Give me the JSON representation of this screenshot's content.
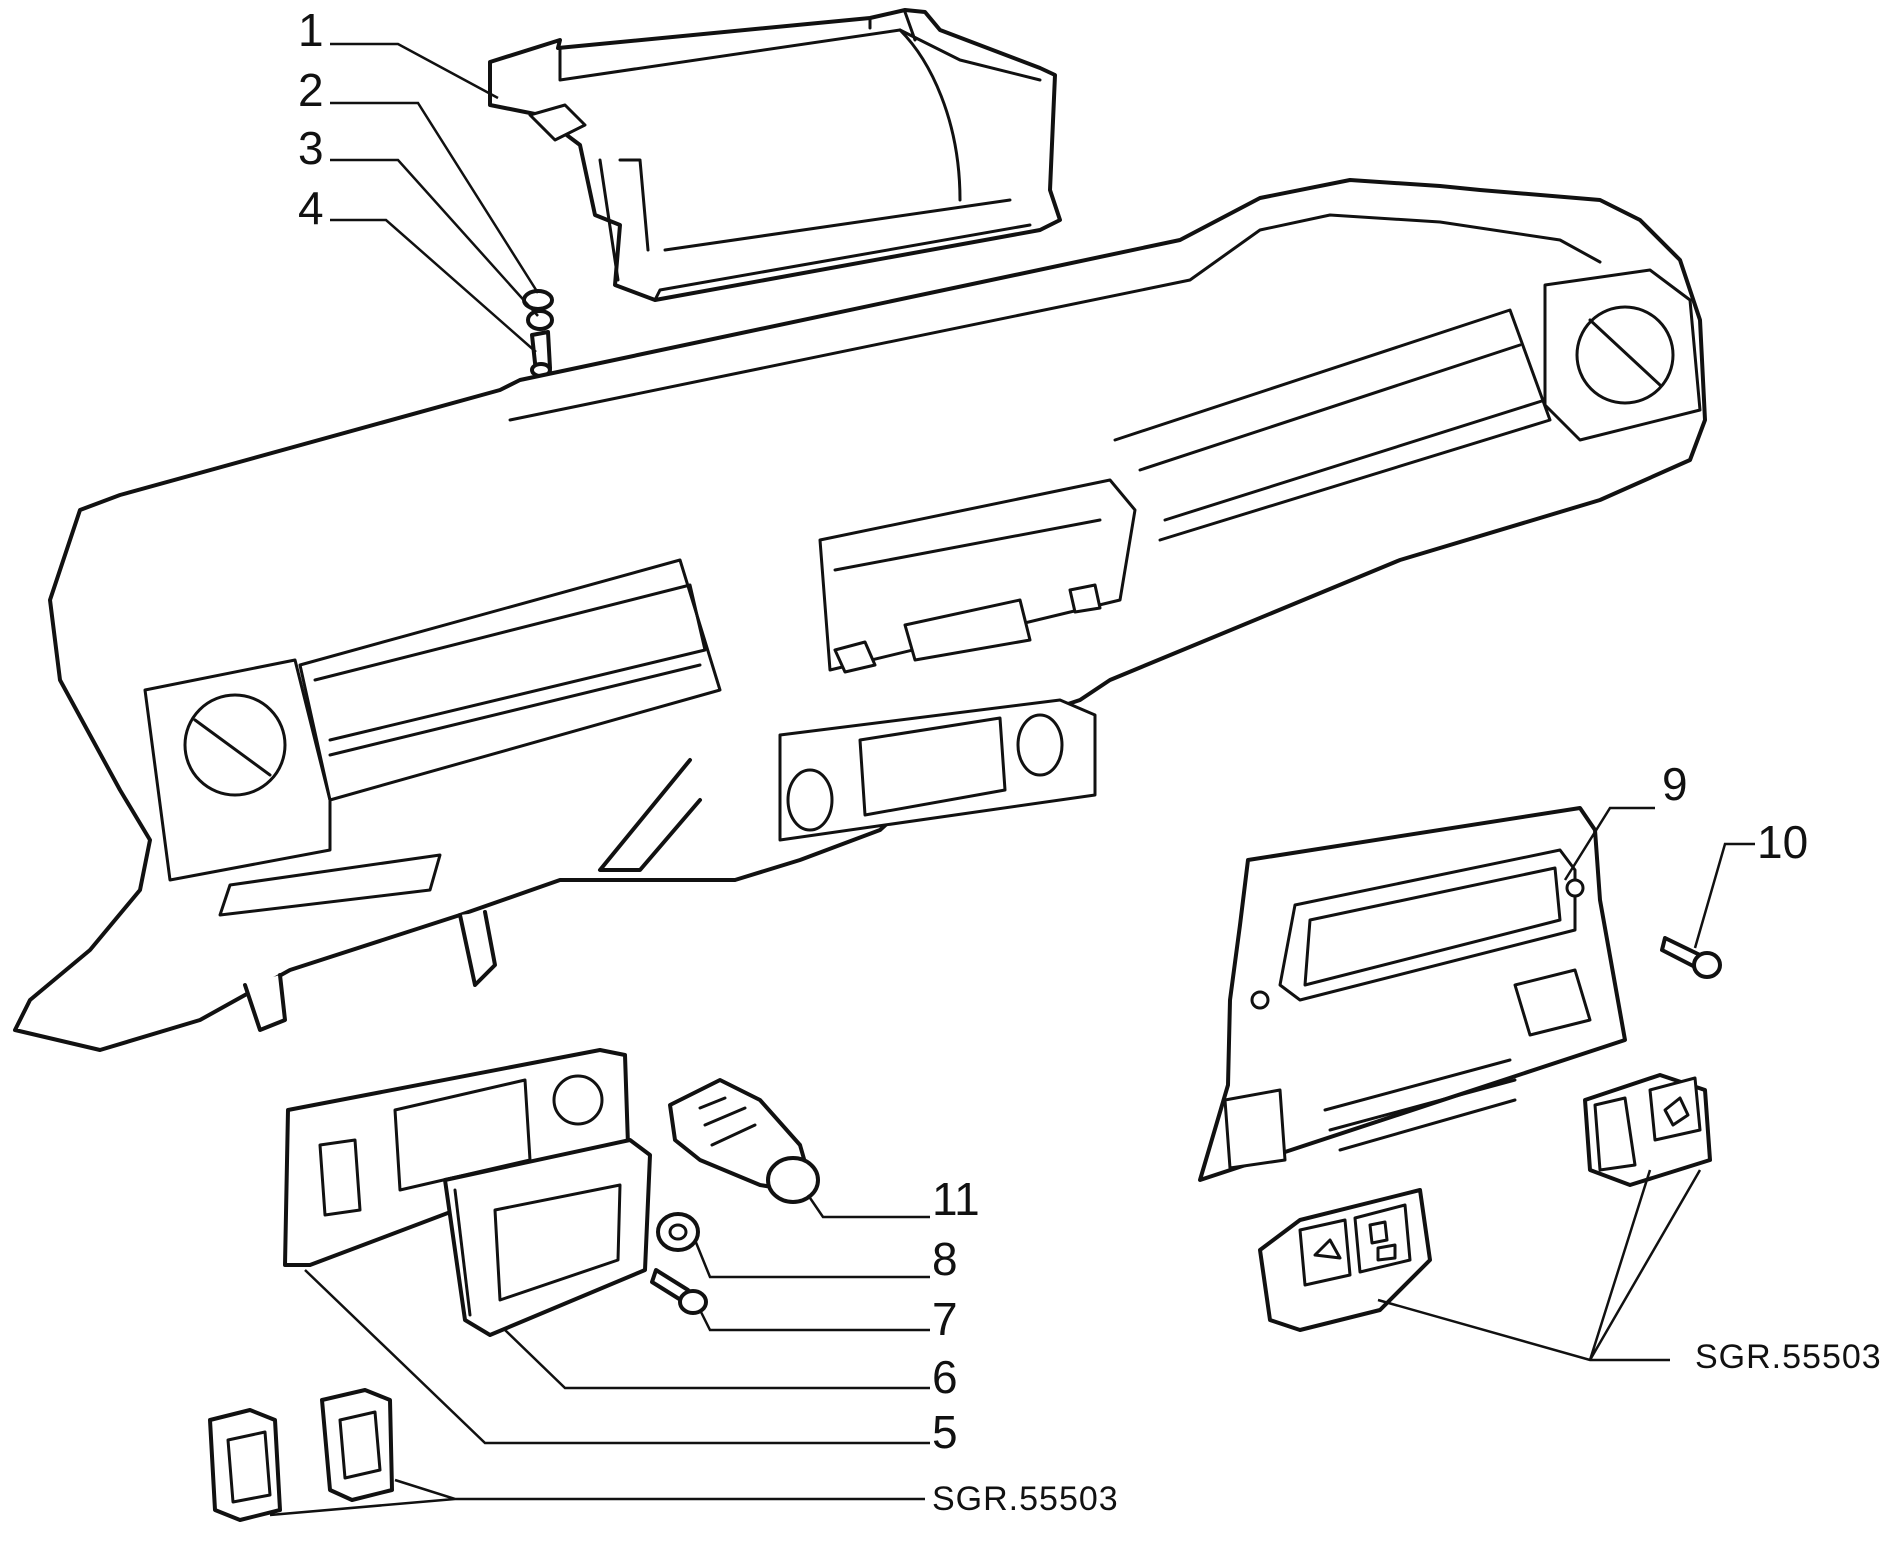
{
  "callouts": [
    {
      "id": "1",
      "label": "1"
    },
    {
      "id": "2",
      "label": "2"
    },
    {
      "id": "3",
      "label": "3"
    },
    {
      "id": "4",
      "label": "4"
    },
    {
      "id": "5",
      "label": "5"
    },
    {
      "id": "6",
      "label": "6"
    },
    {
      "id": "7",
      "label": "7"
    },
    {
      "id": "8",
      "label": "8"
    },
    {
      "id": "9",
      "label": "9"
    },
    {
      "id": "10",
      "label": "10"
    },
    {
      "id": "11",
      "label": "11"
    }
  ],
  "references": [
    {
      "id": "switches-left",
      "label": "SGR.55503"
    },
    {
      "id": "switches-right",
      "label": "SGR.55503"
    }
  ]
}
